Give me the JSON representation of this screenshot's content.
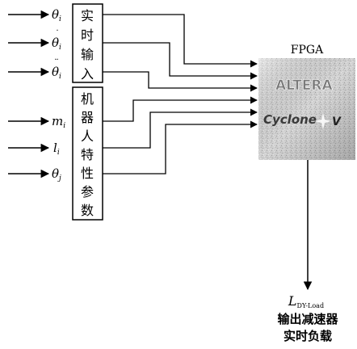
{
  "inputs": {
    "realtime": [
      {
        "symbol": "θ",
        "sub": "i",
        "accent": ""
      },
      {
        "symbol": "θ",
        "sub": "i",
        "accent": "˙"
      },
      {
        "symbol": "θ",
        "sub": "i",
        "accent": "¨"
      }
    ],
    "robot_params": [
      {
        "symbol": "m",
        "sub": "i"
      },
      {
        "symbol": "l",
        "sub": "i"
      },
      {
        "symbol": "θ",
        "sub": "j"
      }
    ]
  },
  "boxes": {
    "realtime_box_label": [
      "实",
      "时",
      "输",
      "入"
    ],
    "robot_box_label": [
      "机",
      "器",
      "人",
      "特",
      "性",
      "参",
      "数"
    ]
  },
  "fpga": {
    "title": "FPGA",
    "chip_text_top": "ALTERA",
    "chip_text_main": "Cyclone",
    "chip_text_suffix": "V"
  },
  "output": {
    "symbol": "L",
    "sub": "DY-Load",
    "line1": "输出减速器",
    "line2": "实时负载"
  },
  "colors": {
    "line": "#000000",
    "chip_bg": "#d9d9d9"
  }
}
